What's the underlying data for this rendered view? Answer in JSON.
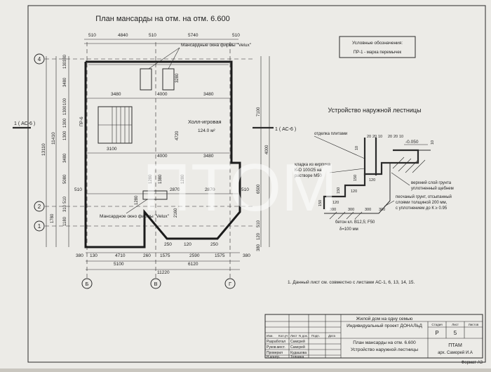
{
  "plan": {
    "title": "План мансарды на отм. на отм. 6.600",
    "dims_top": [
      "510",
      "4840",
      "510",
      "5740",
      "510"
    ],
    "dims_inner": [
      "3480",
      "4000",
      "3480"
    ],
    "dims_inner2": [
      "3100",
      "4000",
      "3480"
    ],
    "dims_mid": [
      "510",
      "2870",
      "2870",
      "510"
    ],
    "dims_bottom1": [
      "380",
      "130",
      "4710",
      "260",
      "1575",
      "2590",
      "1575",
      "380"
    ],
    "dims_bottom2": [
      "250",
      "120",
      "250"
    ],
    "dims_bottom3": [
      "5100",
      "6120"
    ],
    "dims_total": "11220",
    "dims_left_outer": [
      "13110"
    ],
    "dims_left": [
      "380",
      "130",
      "3480",
      "100",
      "1300",
      "1300",
      "1300",
      "3480",
      "5080",
      "510",
      "1780",
      "1180",
      "310"
    ],
    "dims_left2": [
      "11410"
    ],
    "dims_right": [
      "7100",
      "4000",
      "6500",
      "510",
      "120",
      "380"
    ],
    "window_label_top": "Мансардные окна фирмы \"Velux\"",
    "window_label_bottom": "Мансардное окно фирмы \"Velux\"",
    "room_name": "Холл-игровая",
    "room_area": "124.0 м²",
    "stair_mark": "ПР-6",
    "inner_dims": [
      "3280",
      "4720",
      "1280",
      "2160",
      "1280",
      "1280",
      "1380"
    ],
    "section_mark": "1 ( АС-6 )",
    "axis_rows": [
      "4",
      "2",
      "1"
    ],
    "axis_cols": [
      "Б",
      "В",
      "Г"
    ]
  },
  "legend": {
    "title": "Условные обозначения:",
    "item": "ПР-1 - марка перемычек"
  },
  "stair": {
    "title": "Устройство наружной лестницы",
    "labels": {
      "slab": "отделка плитами",
      "brick": "кладка из кирпича",
      "brick2": "К-О 100/25 на",
      "brick3": "растворе М50",
      "soil": "верхний слой грунта",
      "crushed": "уплотненный щебнем",
      "sand1": "песчаный грунт, отсыпанный",
      "sand2": "слоями толщиной 200 мм,",
      "sand3": "с уплотнением до К ≥ 0.95",
      "concrete": "бетон кл. В12,5; F50",
      "thickness": "δ=100 мм",
      "level": "-0.050"
    },
    "dims": [
      "20",
      "20",
      "10",
      "20",
      "20",
      "10",
      "10",
      "150",
      "150",
      "150",
      "120",
      "120",
      "120",
      "300",
      "300",
      "300",
      "300",
      "10"
    ]
  },
  "note": "1. Данный лист см. совместно с листами АС-1, 6, 13, 14, 15.",
  "watermark": "ПТОМ",
  "title_block": {
    "header": [
      "Изм.",
      "Кол.уч",
      "Лист",
      "N док.",
      "Подп.",
      "Дата"
    ],
    "roles": [
      "Разработал",
      "Руков.мест.",
      "Проверил",
      "Н.контр."
    ],
    "names": [
      "Самсрей",
      "Самсрей",
      "Кудашова",
      "Толнина"
    ],
    "project1": "Жилой дом на одну семью",
    "project2": "Индивидуальный проект ДОНАЛЬД",
    "sheet1": "План мансарды на отм. 6.600",
    "sheet2": "Устройство наружной лестницы",
    "stage_label": "Стадия",
    "sheet_label": "Лист",
    "sheets_label": "Листов",
    "stage": "Р",
    "sheet": "5",
    "org": "ПТАМ",
    "author": "арх. Саморей И.А",
    "format": "Формат А3"
  }
}
